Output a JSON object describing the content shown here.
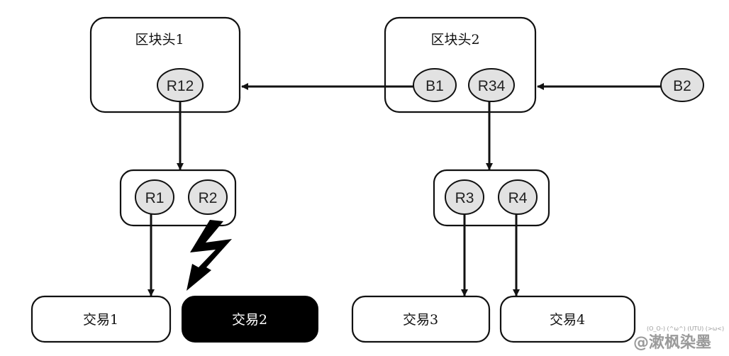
{
  "blocks": [
    {
      "title": "区块头1",
      "nodes": [
        "R12"
      ]
    },
    {
      "title": "区块头2",
      "nodes": [
        "B1",
        "R34"
      ]
    }
  ],
  "external_node": "B2",
  "merkle_groups": [
    {
      "nodes": [
        "R1",
        "R2"
      ]
    },
    {
      "nodes": [
        "R3",
        "R4"
      ]
    }
  ],
  "transactions": [
    "交易1",
    "交易2",
    "交易3",
    "交易4"
  ],
  "highlighted_transaction": "交易2",
  "watermark": {
    "faces": "(O_O-) (^ω^) (UTU) (>ω<)",
    "text": "@漱枫染墨"
  },
  "colors": {
    "node_fill": "#e2e2e2",
    "highlight": "#000000",
    "stroke": "#111111"
  }
}
